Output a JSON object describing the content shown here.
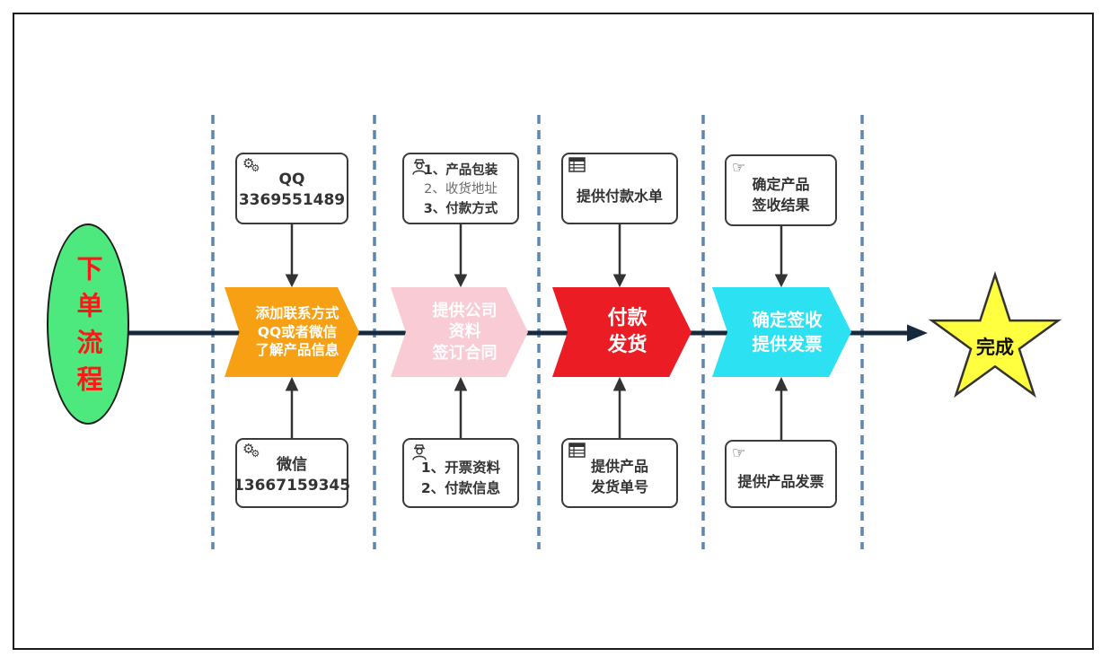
{
  "colors": {
    "main_line": "#16293D",
    "lane_divider": "#5E86AE",
    "box_border": "#3A3A3C",
    "connector_arrow": "#333333",
    "star_stroke": "#333333"
  },
  "start_node": {
    "label": "下单流程",
    "fill": "#4DE97E",
    "text_color": "#FF1616"
  },
  "end_node": {
    "label": "完成",
    "fill": "#FFFF40"
  },
  "steps": [
    {
      "lines": [
        "添加联系方式",
        "QQ或者微信",
        "了解产品信息"
      ],
      "color": "#F7A014"
    },
    {
      "lines": [
        "提供公司",
        "资料",
        "签订合同"
      ],
      "color": "#F9CBD4"
    },
    {
      "lines": [
        "付款",
        "发货"
      ],
      "color": "#EC1C24"
    },
    {
      "lines": [
        "确定签收",
        "提供发票"
      ],
      "color": "#2BE1F2"
    }
  ],
  "top_boxes": [
    {
      "icon": "gears-icon",
      "lines": [
        "QQ",
        "3369551489"
      ]
    },
    {
      "icon": "worker-icon",
      "lines": [
        "1、产品包装",
        "2、收货地址",
        "3、付款方式"
      ]
    },
    {
      "icon": "table-icon",
      "lines": [
        "提供付款水单"
      ]
    },
    {
      "icon": "hand-icon",
      "lines": [
        "确定产品",
        "签收结果"
      ]
    }
  ],
  "bottom_boxes": [
    {
      "icon": "gears-icon",
      "lines": [
        "微信",
        "13667159345"
      ]
    },
    {
      "icon": "worker-icon",
      "lines": [
        "1、开票资料",
        "2、付款信息"
      ]
    },
    {
      "icon": "table-icon",
      "lines": [
        "提供产品",
        "发货单号"
      ]
    },
    {
      "icon": "hand-icon",
      "lines": [
        "提供产品发票"
      ]
    }
  ],
  "icon_glyphs": {
    "gear": "⚙",
    "hand": "☞"
  }
}
